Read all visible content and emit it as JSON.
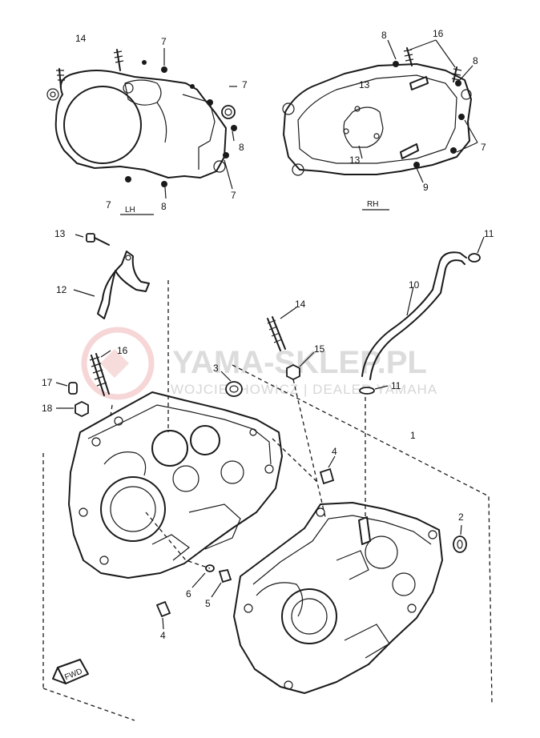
{
  "sections": {
    "left": "LH",
    "right": "RH"
  },
  "watermark": {
    "brand": "YAMA-SKLEP.PL",
    "tagline": "WOJCIECHOWICZ | DEALER YAMAHA"
  },
  "fwd_label": "FWD",
  "callouts": {
    "lh_14": "14",
    "lh_7a": "7",
    "lh_7b": "7",
    "lh_7c": "7",
    "lh_7d": "7",
    "lh_8a": "8",
    "lh_8b": "8",
    "rh_8a": "8",
    "rh_16": "16",
    "rh_8b": "8",
    "rh_13a": "13",
    "rh_13b": "13",
    "rh_7": "7",
    "rh_9": "9",
    "p13": "13",
    "p12": "12",
    "p16": "16",
    "p17": "17",
    "p18": "18",
    "p3": "3",
    "p14": "14",
    "p15": "15",
    "p10": "10",
    "p11a": "11",
    "p11b": "11",
    "p1": "1",
    "p4a": "4",
    "p4b": "4",
    "p2": "2",
    "p6": "6",
    "p5": "5"
  }
}
